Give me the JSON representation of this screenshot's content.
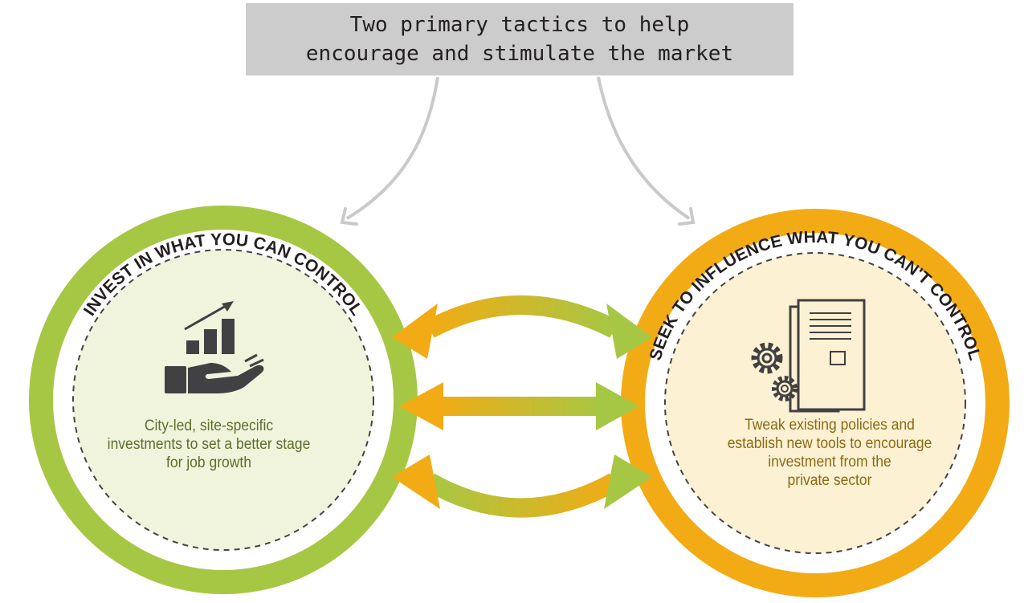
{
  "title": {
    "line1": "Two primary tactics to help",
    "line2": "encourage and stimulate the market"
  },
  "left": {
    "heading": "INVEST IN WHAT YOU CAN CONTROL",
    "description": [
      "City-led, site-specific",
      "investments to set a better stage",
      "for job growth"
    ],
    "icon": "hand-growth-chart-icon",
    "ring_color": "#a6c744",
    "fill_color": "#f1f4dc",
    "text_color": "#5c6e2c"
  },
  "right": {
    "heading": "SEEK TO INFLUENCE WHAT YOU CAN'T CONTROL",
    "description": [
      "Tweak existing policies and",
      "establish new tools to encourage",
      "investment from the",
      "private sector"
    ],
    "icon": "document-gears-icon",
    "ring_color": "#f2ab14",
    "fill_color": "#fdf1d3",
    "text_color": "#8a6a14"
  },
  "connectors": {
    "count": 3,
    "orange": "#f2ab14",
    "green": "#a6c744"
  }
}
